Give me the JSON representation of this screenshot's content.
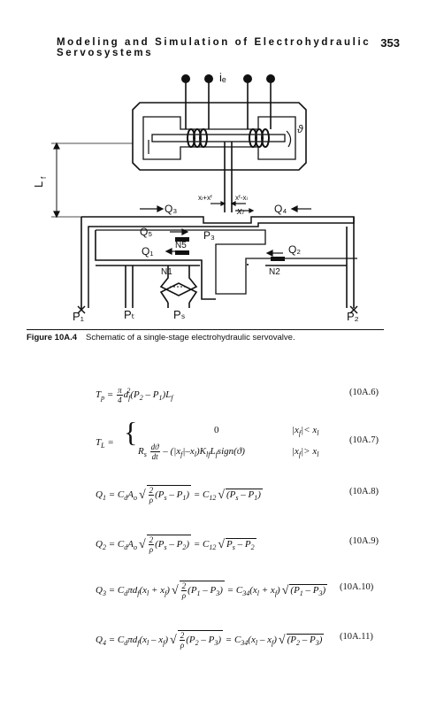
{
  "header": {
    "running_title": "Modeling and Simulation of Electrohydraulic Servosystems",
    "page_number": "353"
  },
  "figure": {
    "labels": {
      "ie": "iₑ",
      "theta": "ϑ",
      "lf": "L",
      "lf_sub": "f",
      "q3": "Q₃",
      "q4": "Q₄",
      "q5": "Q₅",
      "q1": "Q₁",
      "q2": "Q₂",
      "p3": "P₃",
      "n5": "N5",
      "n1": "N1",
      "n2": "N2",
      "xl": "xₗ",
      "xlxf_plus": "xₗ+xᶠ",
      "xlxf_minus": "xᶠ-xₗ",
      "p1": "P₁",
      "pt": "Pₜ",
      "ps": "Pₛ",
      "p2": "P₂"
    }
  },
  "caption": {
    "label": "Figure 10A.4",
    "text": "Schematic of a single-stage electrohydraulic servovalve."
  },
  "equations": [
    {
      "id": "eq6",
      "number": "(10A.6)"
    },
    {
      "id": "eq7",
      "number": "(10A.7)",
      "case1_value": "0",
      "case1_cond": "|x",
      "case1_cond_tail": "|< x",
      "case2_cond_tail": "|> x",
      "mid_text": "–(|x",
      "mid_text2": "|–x",
      "mid_text3": ")K",
      "mid_text4": "L",
      "mid_text5": "sign(ϑ)"
    },
    {
      "id": "eq8",
      "number": "(10A.8)"
    },
    {
      "id": "eq9",
      "number": "(10A.9)"
    },
    {
      "id": "eq10",
      "number": "(10A.10)"
    },
    {
      "id": "eq11",
      "number": "(10A.11)"
    }
  ]
}
